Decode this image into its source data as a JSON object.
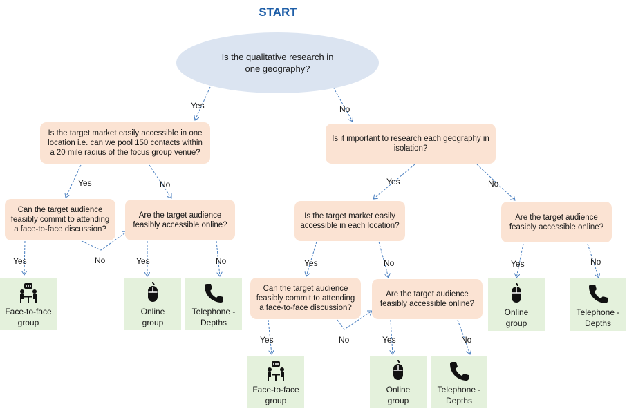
{
  "title": "START",
  "start_question": "Is the qualitative research in one geography?",
  "questions": {
    "q_accessible_one_location": "Is the target market easily accessible in one location i.e. can we pool 150 contacts within a 20 mile radius of the focus group venue?",
    "q_research_each_isolation": "Is it important to research each geography in isolation?",
    "q_commit_left": "Can the target audience feasibly commit to attending a face-to-face discussion?",
    "q_online_left": "Are the target audience feasibly accessible online?",
    "q_accessible_each_location": "Is the target market easily accessible in each location?",
    "q_online_right": "Are the target audience feasibly accessible online?",
    "q_commit_mid": "Can the target audience feasibly commit to attending a face-to-face discussion?",
    "q_online_mid": "Are the target audience feasibly accessible online?"
  },
  "results": {
    "face_left": "Face-to-face group",
    "online_left": "Online group",
    "tel_left": "Telephone -Depths",
    "online_right": "Online group",
    "tel_right": "Telephone -Depths",
    "face_mid": "Face-to-face group",
    "online_mid": "Online group",
    "tel_mid": "Telephone -Depths"
  },
  "edge_labels": {
    "yes": "Yes",
    "no": "No"
  },
  "icons": {
    "face": "people-meeting-icon",
    "online": "computer-mouse-icon",
    "telephone": "telephone-handset-icon"
  },
  "colors": {
    "title": "#1f5fa8",
    "start_fill": "#dbe4f1",
    "question_fill": "#fbe3d3",
    "result_fill": "#e4f1dc",
    "arrow": "#4a7fc0"
  }
}
